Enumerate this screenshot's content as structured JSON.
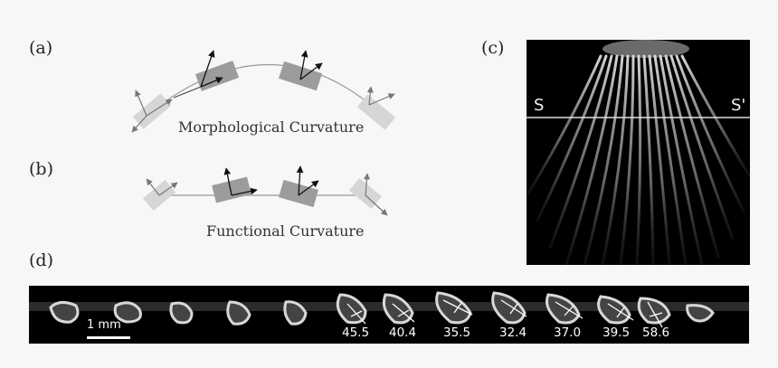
{
  "panels": {
    "a": {
      "label": "(a)",
      "caption": "Morphological Curvature"
    },
    "b": {
      "label": "(b)",
      "caption": "Functional Curvature"
    },
    "c": {
      "label": "(c)",
      "section_left": "S",
      "section_right": "S'"
    },
    "d": {
      "label": "(d)",
      "scale_bar": "1 mm",
      "angles": [
        "45.5",
        "40.4",
        "35.5",
        "32.4",
        "37.0",
        "39.5",
        "58.6"
      ]
    }
  }
}
